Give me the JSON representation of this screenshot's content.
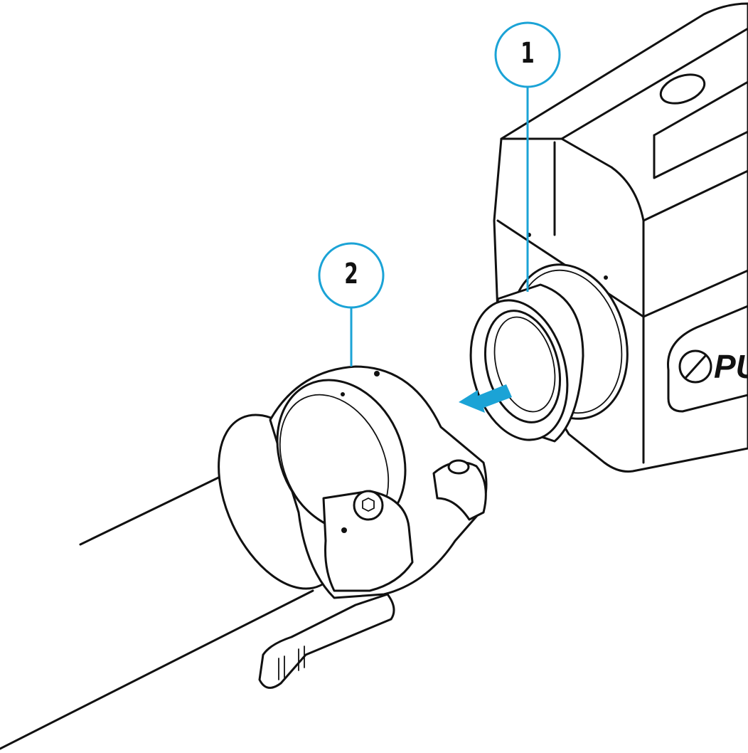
{
  "diagram": {
    "callouts": [
      {
        "label": "1",
        "target": "device-lens-adapter"
      },
      {
        "label": "2",
        "target": "scope-mount-ring"
      }
    ],
    "accent_color": "#1ba3d6",
    "line_color": "#111111",
    "logo_text": "PU"
  }
}
